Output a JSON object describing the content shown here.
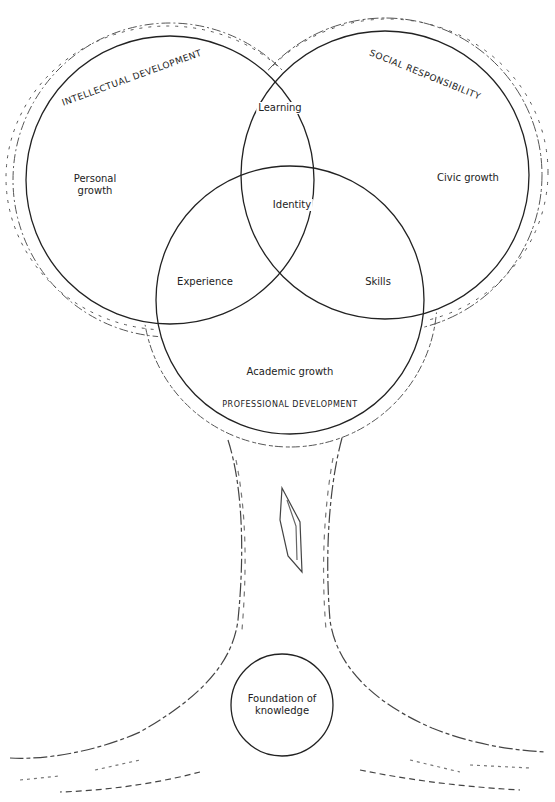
{
  "diagram": {
    "nodes": [
      {
        "text": [
          "INTELLECTUAL DEVELOPMENT",
          "Personal growth"
        ]
      },
      {
        "text": [
          "SOCIAL RESPONSIBILITY",
          "Civic growth"
        ]
      },
      {
        "text": [
          "PROFESSIONAL DEVELOPMENT",
          "Academic growth"
        ]
      },
      {
        "text": [
          "Foundation of knowledge"
        ]
      }
    ],
    "labels": [
      "Learning",
      "Identity",
      "Experience",
      "Skills"
    ]
  }
}
